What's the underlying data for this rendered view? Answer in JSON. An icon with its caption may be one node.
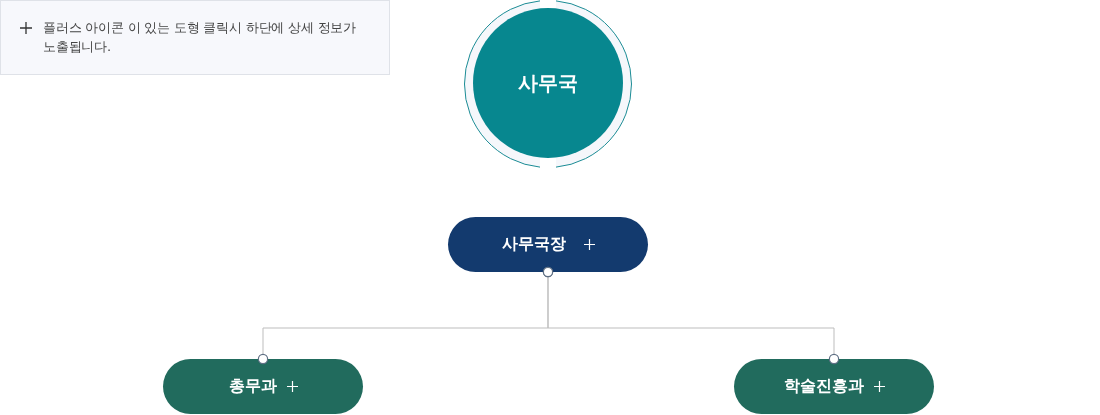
{
  "diagram": {
    "nodes": [
      {
        "text": [
          "플러스 아이콘 이 있는 도형 클릭시 하단에 상세 정보가 노출됩니다."
        ]
      },
      {
        "text": [
          "사무국"
        ]
      },
      {
        "text": [
          "사무국장"
        ]
      },
      {
        "text": [
          "총무과"
        ]
      },
      {
        "text": [
          "학술진흥과"
        ]
      }
    ],
    "edges": [
      {
        "from": 2,
        "to": 3,
        "arrow": "other"
      },
      {
        "from": 2,
        "to": 4,
        "arrow": "other"
      }
    ]
  }
}
